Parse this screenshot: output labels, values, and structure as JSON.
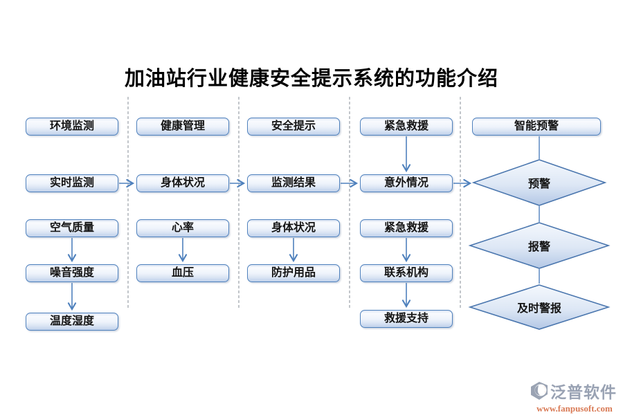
{
  "title": "加油站行业健康安全提示系统的功能介绍",
  "flowchart": {
    "columns": [
      {
        "header": "环境监测",
        "items": [
          "实时监测",
          "空气质量",
          "噪音强度",
          "温度湿度"
        ]
      },
      {
        "header": "健康管理",
        "items": [
          "身体状况",
          "心率",
          "血压"
        ]
      },
      {
        "header": "安全提示",
        "items": [
          "监测结果",
          "身体状况",
          "防护用品"
        ]
      },
      {
        "header": "紧急救援",
        "items": [
          "意外情况",
          "紧急救援",
          "联系机构",
          "救援支持"
        ]
      },
      {
        "header": "智能预警",
        "items": [
          "预警",
          "报警",
          "及时警报"
        ]
      }
    ]
  },
  "watermark": {
    "brand": "泛普软件",
    "url": "www.fanpusoft.com"
  },
  "colors": {
    "node_border": "#4f81bd",
    "node_fill_bottom": "#bfd0ea",
    "diamond_fill_bottom": "#b3c7e5",
    "arrow": "#4f81bd",
    "separator": "#9aa0a8",
    "brand_gray": "#99a2b3",
    "url_orange": "#d97a55"
  }
}
